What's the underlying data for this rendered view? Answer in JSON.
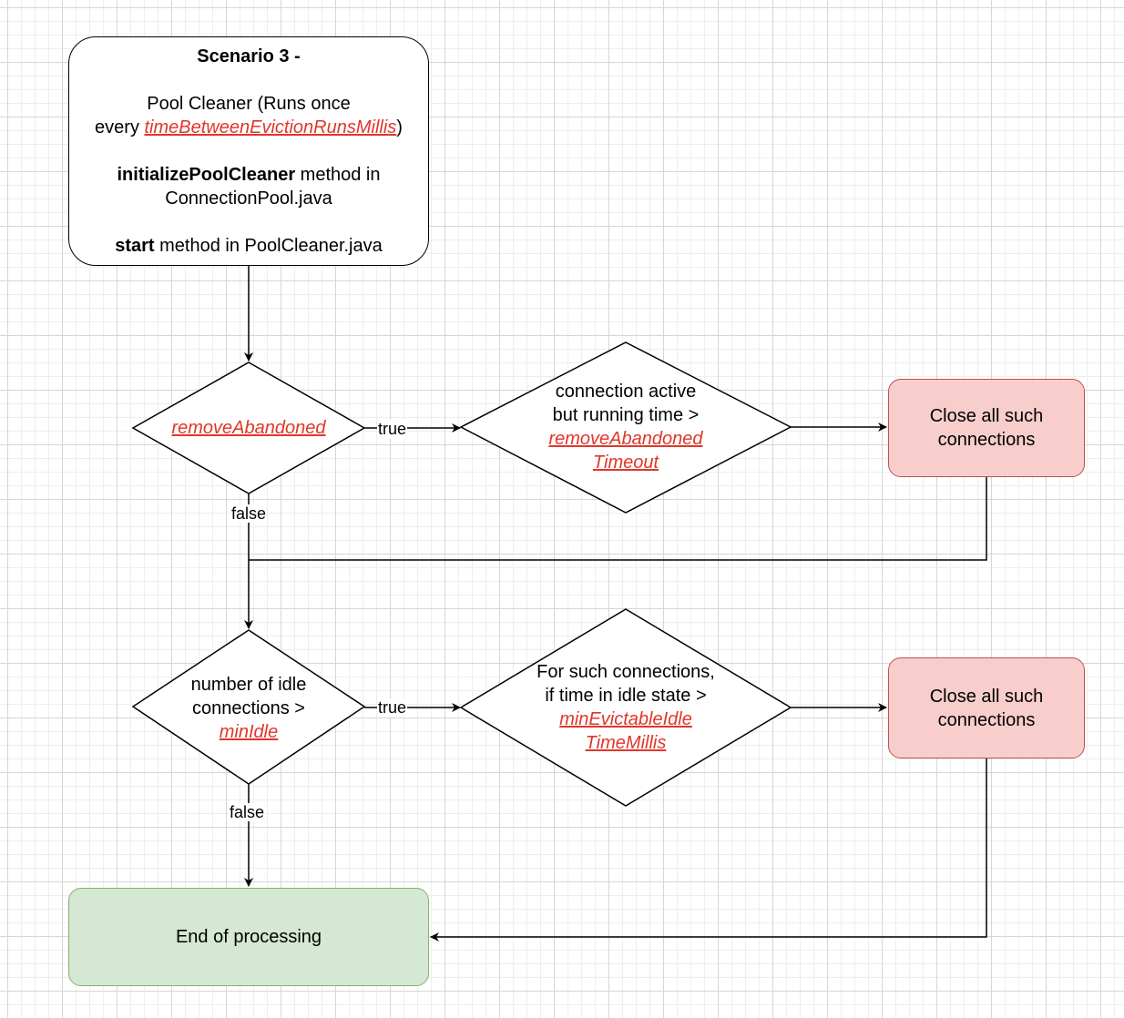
{
  "start": {
    "title": "Scenario 3 -",
    "line1": "Pool Cleaner (Runs once",
    "line2_prefix": "every ",
    "line2_param": "timeBetweenEvictionRunsMillis",
    "line2_suffix": ")",
    "method1_bold": "initializePoolCleaner",
    "method1_rest": " method in",
    "method1_file": "ConnectionPool.java",
    "method2_bold": "start",
    "method2_rest": " method in PoolCleaner.java"
  },
  "decision1": {
    "param": "removeAbandoned"
  },
  "check1": {
    "line1": "connection active",
    "line2": "but running time >",
    "param1": "removeAbandoned",
    "param2": "Timeout"
  },
  "action1": {
    "label": "Close all such connections"
  },
  "decision2": {
    "line1": "number of idle",
    "line2": "connections >",
    "param": "minIdle"
  },
  "check2": {
    "line1": "For such connections,",
    "line2": "if time in idle state >",
    "param1": "minEvictableIdle",
    "param2": "TimeMillis"
  },
  "action2": {
    "label": "Close all such connections"
  },
  "end": {
    "label": "End of processing"
  },
  "edges": {
    "true1": "true",
    "false1": "false",
    "true2": "true",
    "false2": "false"
  },
  "colors": {
    "param": "#e0362a",
    "action_fill": "#f8cecc",
    "action_stroke": "#b85450",
    "end_fill": "#d5e8d4",
    "end_stroke": "#82b366"
  }
}
